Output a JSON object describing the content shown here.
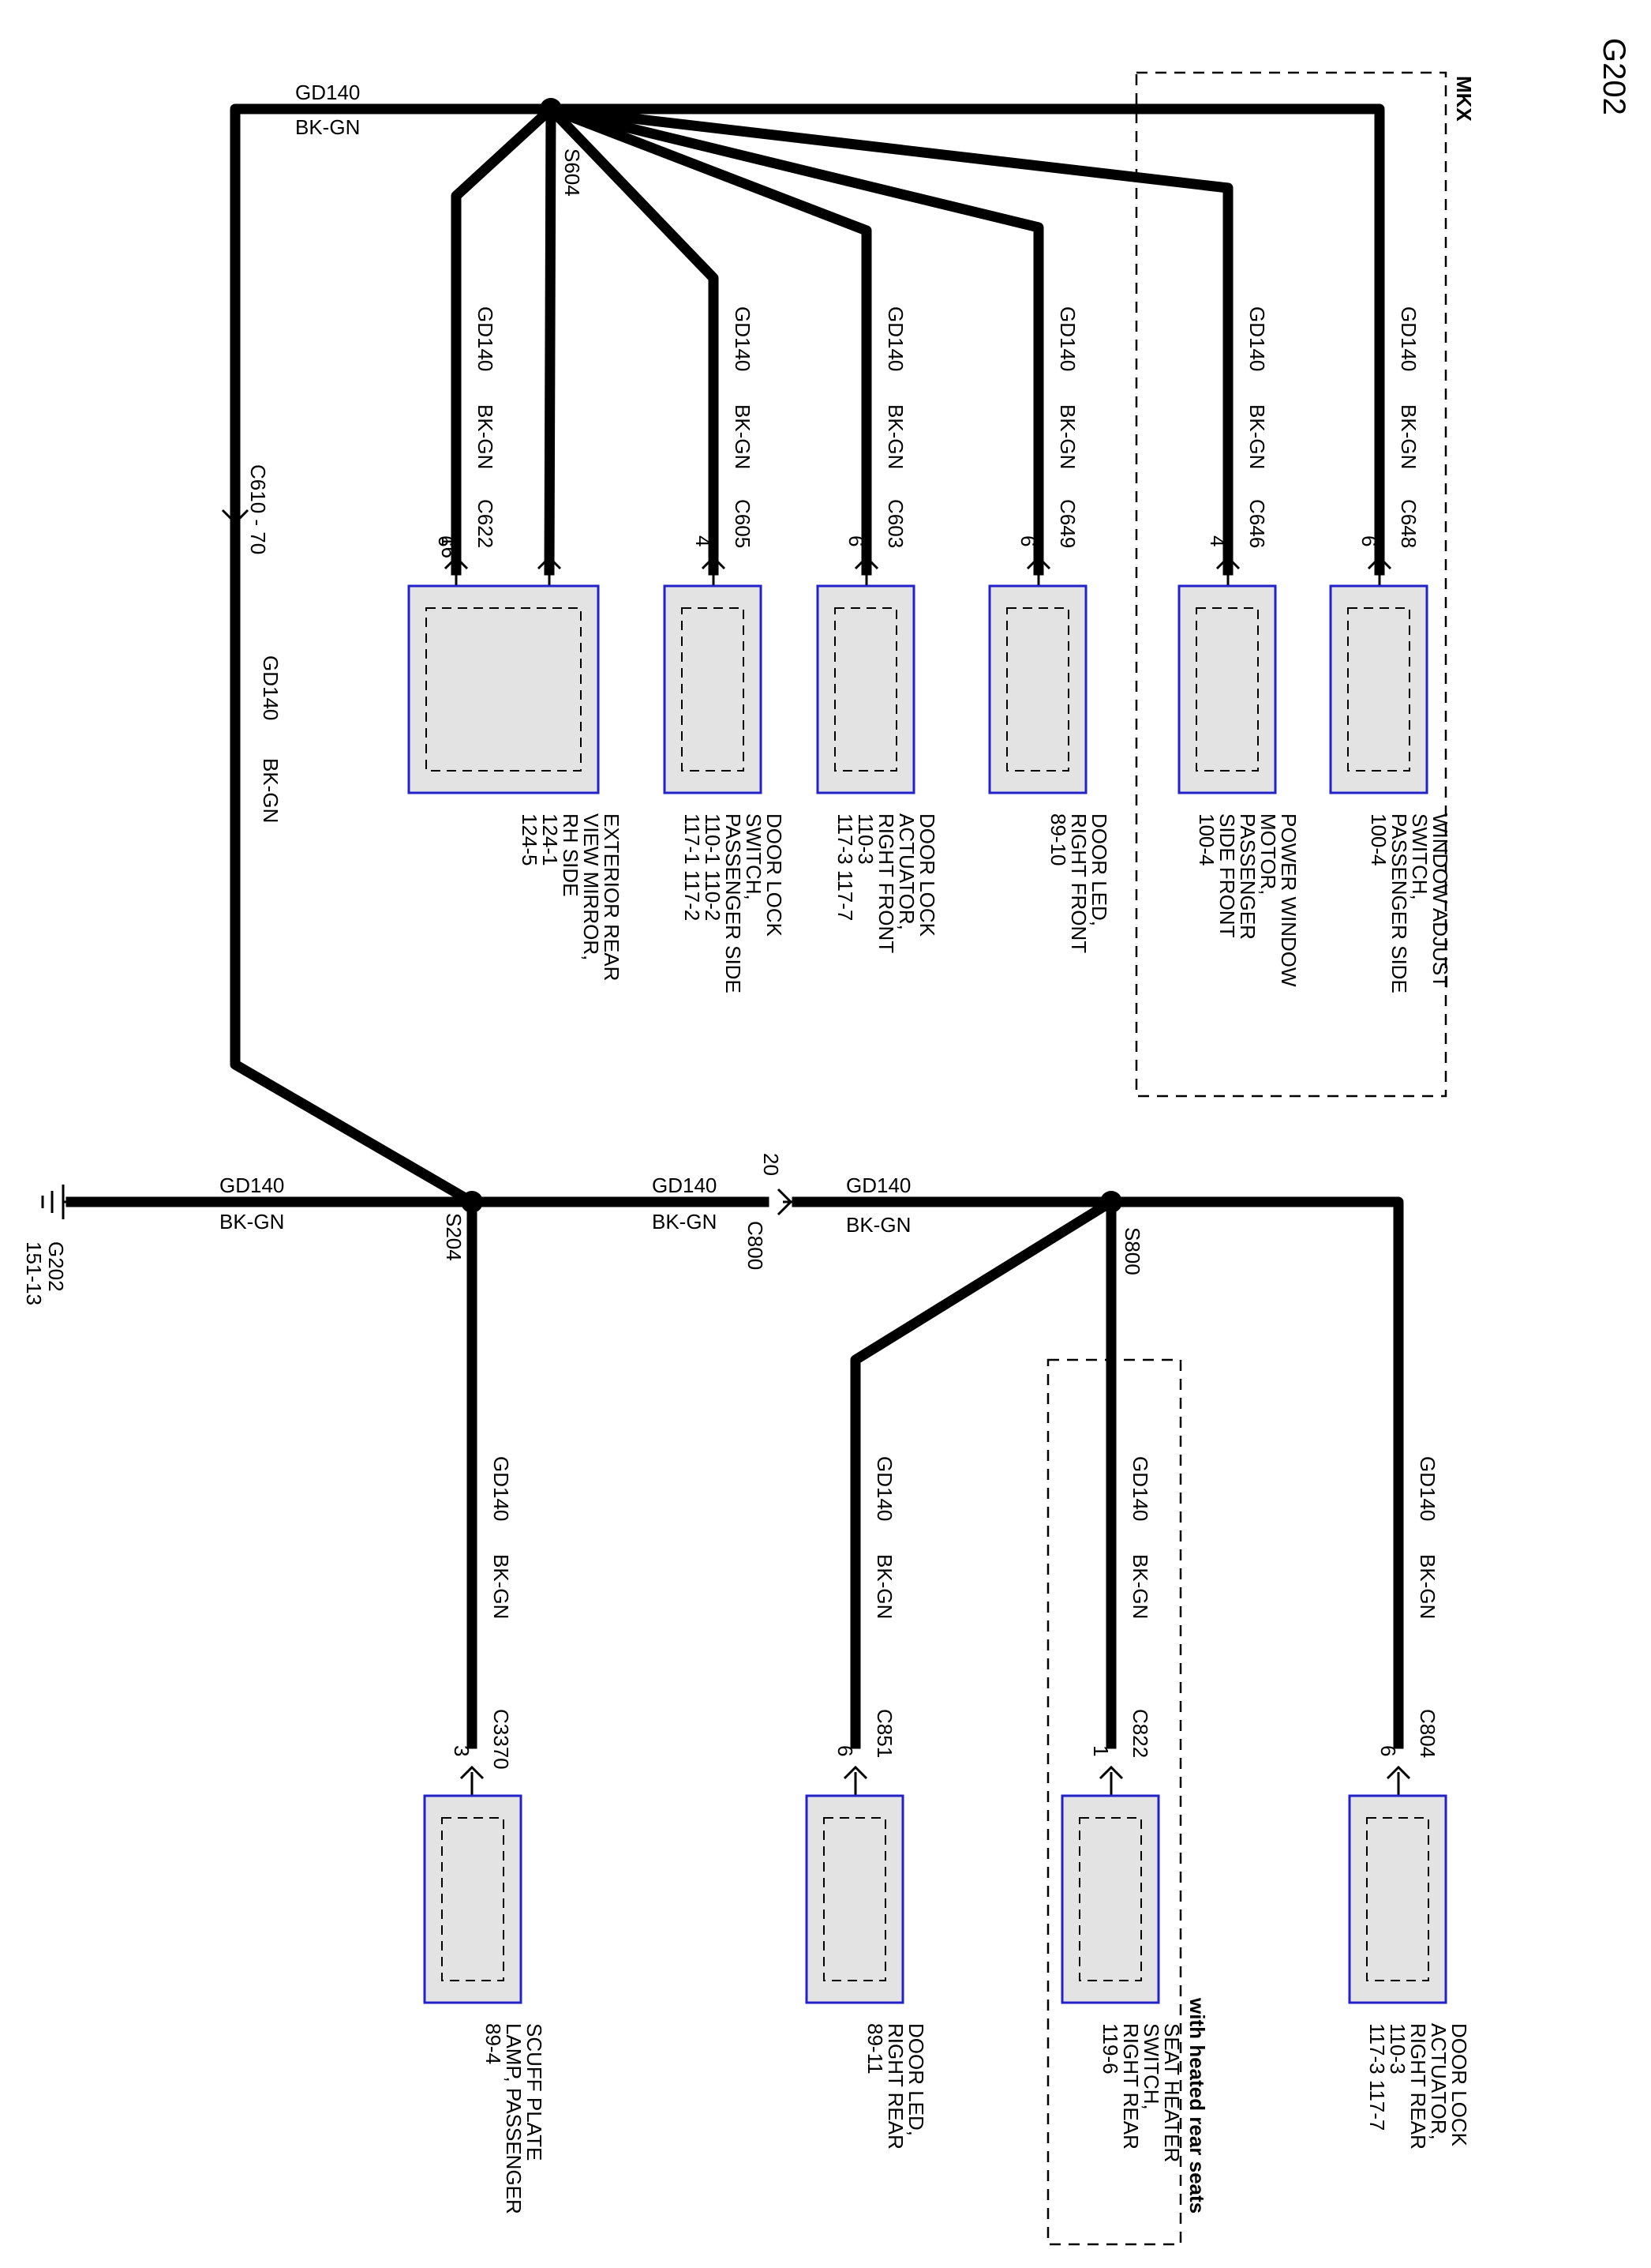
{
  "diagram_title": "G202",
  "circuit": {
    "id": "GD140",
    "color": "BK-GN"
  },
  "option_labels": {
    "mkx": "MKX",
    "heated_rear_seats": "with heated rear seats"
  },
  "ground": {
    "name": "G202",
    "page": "151-13"
  },
  "splices": {
    "top": "S604",
    "middle": "S204",
    "bottom": "S800"
  },
  "inline_connectors": {
    "top": {
      "label": "C610 - 70"
    },
    "middle": {
      "pin": "20",
      "label": "C800"
    }
  },
  "wire_labels": {
    "top_trunk": {
      "id": "GD140",
      "color": "BK-GN"
    },
    "vertical_trunk": {
      "id": "GD140",
      "color": "BK-GN"
    },
    "ground_link": {
      "id": "GD140",
      "color": "BK-GN"
    },
    "mid_link": {
      "id": "GD140",
      "color": "BK-GN"
    },
    "right_link": {
      "id": "GD140",
      "color": "BK-GN"
    }
  },
  "top_components": [
    {
      "connector": "C622",
      "pin": "6",
      "extra_pin": "16",
      "wire_id": "GD140",
      "wire_color": "BK-GN",
      "lines": [
        "EXTERIOR REAR",
        "VIEW MIRROR,",
        "RH SIDE",
        "124-1",
        "124-5"
      ]
    },
    {
      "connector": "C605",
      "pin": "4",
      "wire_id": "GD140",
      "wire_color": "BK-GN",
      "lines": [
        "DOOR LOCK",
        "SWITCH,",
        "PASSENGER SIDE",
        "110-1  110-2",
        "117-1  117-2"
      ]
    },
    {
      "connector": "C603",
      "pin": "6",
      "wire_id": "GD140",
      "wire_color": "BK-GN",
      "lines": [
        "DOOR LOCK",
        "ACTUATOR,",
        "RIGHT FRONT",
        "110-3",
        "117-3    117-7"
      ]
    },
    {
      "connector": "C649",
      "pin": "6",
      "wire_id": "GD140",
      "wire_color": "BK-GN",
      "lines": [
        "DOOR LED,",
        "RIGHT FRONT",
        "89-10"
      ]
    },
    {
      "connector": "C646",
      "pin": "4",
      "wire_id": "GD140",
      "wire_color": "BK-GN",
      "lines": [
        "POWER WINDOW",
        "MOTOR,",
        "PASSENGER",
        "SIDE FRONT",
        "100-4"
      ]
    },
    {
      "connector": "C648",
      "pin": "6",
      "wire_id": "GD140",
      "wire_color": "BK-GN",
      "lines": [
        "WINDOW ADJUST",
        "SWITCH,",
        "PASSENGER SIDE",
        "100-4"
      ]
    }
  ],
  "bottom_components": [
    {
      "connector": "C3370",
      "pin": "3",
      "wire_id": "GD140",
      "wire_color": "BK-GN",
      "lines": [
        "SCUFF PLATE",
        "LAMP, PASSENGER",
        "89-4"
      ]
    },
    {
      "connector": "C851",
      "pin": "6",
      "wire_id": "GD140",
      "wire_color": "BK-GN",
      "lines": [
        "DOOR LED,",
        "RIGHT REAR",
        "89-11"
      ]
    },
    {
      "connector": "C822",
      "pin": "1",
      "wire_id": "GD140",
      "wire_color": "BK-GN",
      "lines": [
        "SEAT HEATER",
        "SWITCH,",
        "RIGHT REAR",
        "119-6"
      ]
    },
    {
      "connector": "C804",
      "pin": "6",
      "wire_id": "GD140",
      "wire_color": "BK-GN",
      "lines": [
        "DOOR LOCK",
        "ACTUATOR,",
        "RIGHT REAR",
        "110-3",
        "117-3    117-7"
      ]
    }
  ]
}
